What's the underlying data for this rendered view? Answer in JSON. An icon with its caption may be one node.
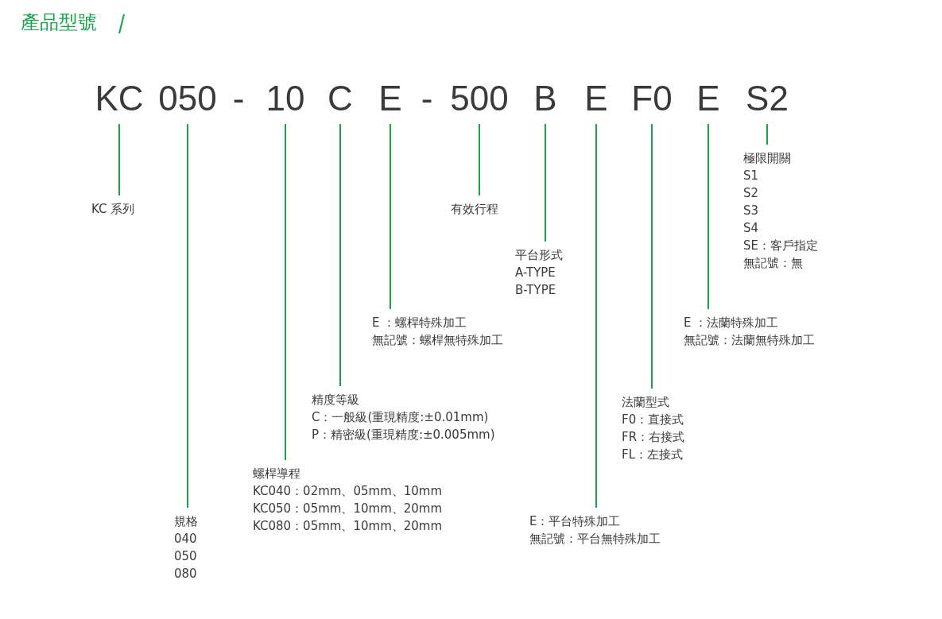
{
  "diagram": {
    "title": "產品型號",
    "nodes": [
      {
        "text": [
          "KC"
        ]
      },
      {
        "text": [
          "050"
        ]
      },
      {
        "text": [
          "10"
        ]
      },
      {
        "text": [
          "C"
        ]
      },
      {
        "text": [
          "E"
        ]
      },
      {
        "text": [
          "500"
        ]
      },
      {
        "text": [
          "B"
        ]
      },
      {
        "text": [
          "E"
        ]
      },
      {
        "text": [
          "F0"
        ]
      },
      {
        "text": [
          "E"
        ]
      },
      {
        "text": [
          "S2"
        ]
      },
      {
        "text": [
          "KC 系列"
        ]
      },
      {
        "text": [
          "規格",
          "040",
          "050",
          "080"
        ]
      },
      {
        "text": [
          "螺桿導程",
          "KC040：02mm、05mm、10mm",
          "KC050：05mm、10mm、20mm",
          "KC080：05mm、10mm、20mm"
        ]
      },
      {
        "text": [
          "精度等級",
          "C：一般級(重現精度:±0.01mm)",
          "P：精密級(重現精度:±0.005mm)"
        ]
      },
      {
        "text": [
          "E ：螺桿特殊加工",
          "無記號：螺桿無特殊加工"
        ]
      },
      {
        "text": [
          "有效行程"
        ]
      },
      {
        "text": [
          "平台形式",
          "A-TYPE",
          "B-TYPE"
        ]
      },
      {
        "text": [
          "E：平台特殊加工",
          "無記號：平台無特殊加工"
        ]
      },
      {
        "text": [
          "法蘭型式",
          "F0：直接式",
          "FR：右接式",
          "FL：左接式"
        ]
      },
      {
        "text": [
          "E ：法蘭特殊加工",
          "無記號：法蘭無特殊加工"
        ]
      },
      {
        "text": [
          "極限開關",
          "S1",
          "S2",
          "S3",
          "S4",
          "SE：客戶指定",
          "無記號：無"
        ]
      }
    ],
    "edges": [
      {
        "from": 0,
        "to": 11,
        "arrow": "none"
      },
      {
        "from": 1,
        "to": 12,
        "arrow": "none"
      },
      {
        "from": 2,
        "to": 13,
        "arrow": "none"
      },
      {
        "from": 3,
        "to": 14,
        "arrow": "none"
      },
      {
        "from": 4,
        "to": 15,
        "arrow": "none"
      },
      {
        "from": 5,
        "to": 16,
        "arrow": "none"
      },
      {
        "from": 6,
        "to": 17,
        "arrow": "none"
      },
      {
        "from": 7,
        "to": 18,
        "arrow": "none"
      },
      {
        "from": 8,
        "to": 19,
        "arrow": "none"
      },
      {
        "from": 9,
        "to": 20,
        "arrow": "none"
      },
      {
        "from": 10,
        "to": 21,
        "arrow": "none"
      }
    ],
    "labels": [
      "-",
      "-"
    ]
  }
}
